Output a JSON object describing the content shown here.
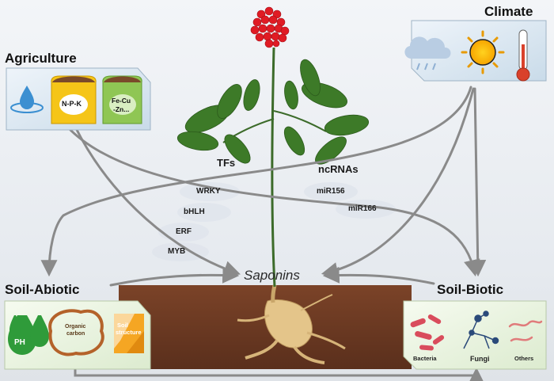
{
  "headings": {
    "agriculture": "Agriculture",
    "climate": "Climate",
    "soil_abiotic": "Soil-Abiotic",
    "soil_biotic": "Soil-Biotic"
  },
  "agriculture": {
    "npk": "N-P-K",
    "micro_line1": "Fe-Cu",
    "micro_line2": "-Zn..."
  },
  "center": {
    "saponins": "Saponins",
    "tfs_heading": "TFs",
    "tfs": [
      "WRKY",
      "bHLH",
      "ERF",
      "MYB"
    ],
    "ncrnas_heading": "ncRNAs",
    "ncrnas": [
      "miR156",
      "miR166"
    ]
  },
  "soil_abiotic": {
    "ph": "PH",
    "organic_line1": "Organic",
    "organic_line2": "carbon",
    "structure_line1": "Soil",
    "structure_line2": "structure"
  },
  "soil_biotic": {
    "bacteria": "Bacteria",
    "fungi": "Fungi",
    "others": "Others"
  },
  "icons": [
    "water-drop-icon",
    "fertilizer-bag-icon",
    "cloud-rain-icon",
    "sun-icon",
    "thermometer-icon",
    "ph-drop-icon",
    "organic-carbon-icon",
    "soil-structure-icon",
    "bacteria-icon",
    "fungi-icon",
    "worm-icon",
    "ginseng-plant",
    "ginseng-root"
  ],
  "colors": {
    "arrow": "#8a8a8a",
    "soil": "#6b3a24",
    "berries": "#e01b24",
    "leaf": "#3d7a28",
    "panel_blue": "#dce8f2",
    "panel_green": "#eaf3e0"
  }
}
